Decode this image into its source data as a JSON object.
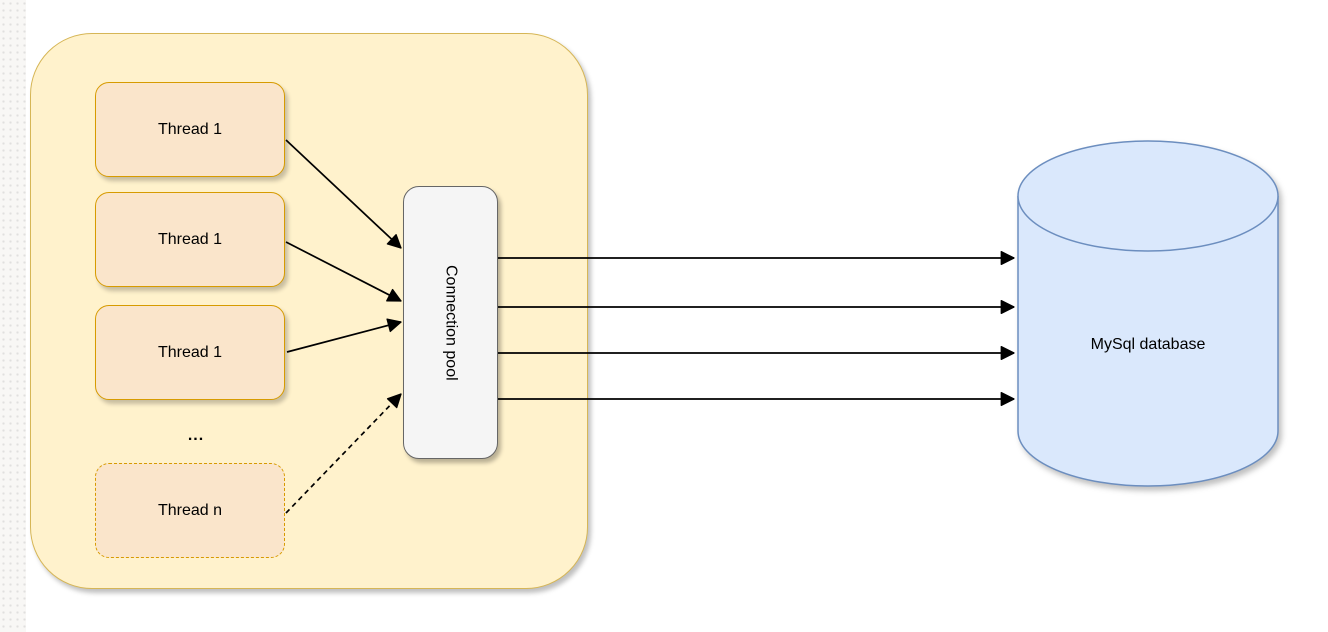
{
  "diagram": {
    "threads": [
      {
        "label": "Thread 1"
      },
      {
        "label": "Thread 1"
      },
      {
        "label": "Thread 1"
      }
    ],
    "ellipsis_label": "...",
    "thread_n": {
      "label": "Thread n"
    },
    "connection_pool": {
      "label": "Connection pool"
    },
    "database": {
      "label": "MySql database"
    },
    "colors": {
      "group_fill": "#FFF2CC",
      "group_stroke": "#D6B656",
      "thread_fill": "#FAE5CB",
      "thread_stroke": "#D79B00",
      "pool_fill": "#F5F5F5",
      "pool_stroke": "#666666",
      "database_fill": "#DAE8FC",
      "database_stroke": "#6C8EBF",
      "arrow": "#000000"
    }
  }
}
